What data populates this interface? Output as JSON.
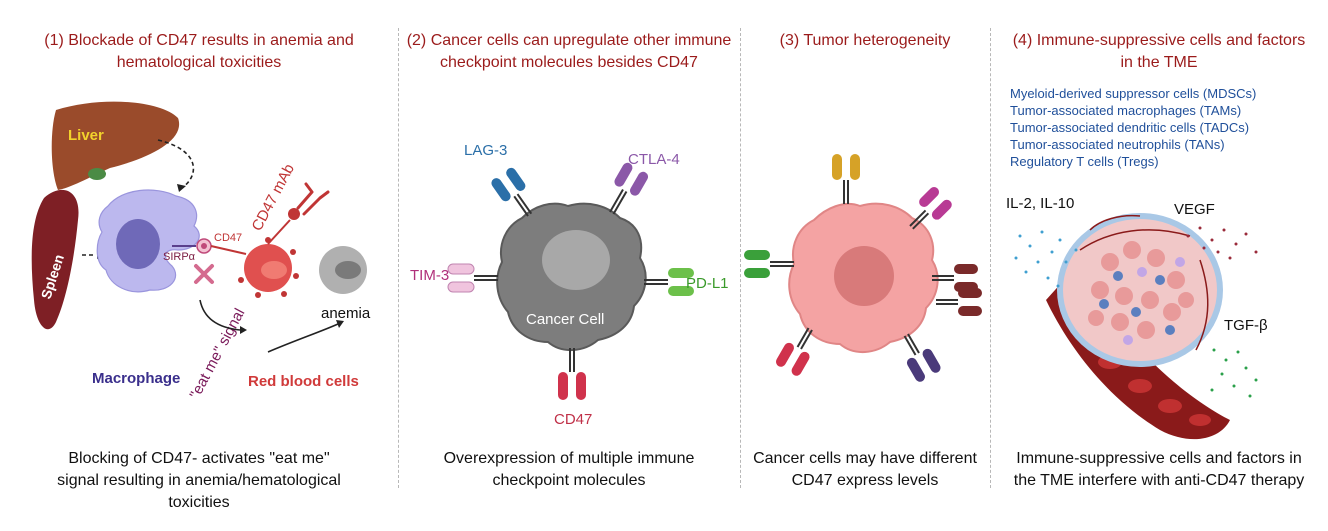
{
  "panel1": {
    "title": "(1) Blockade of CD47 results in anemia and hematological toxicities",
    "labels": {
      "liver": "Liver",
      "spleen": "Spleen",
      "cd47": "CD47",
      "sirpa": "SIRPα",
      "mab": "CD47 mAb",
      "eat_me": "\"eat me\" signal",
      "macrophage": "Macrophage",
      "rbc": "Red blood cells",
      "anemia": "anemia"
    },
    "caption": "Blocking of CD47- activates \"eat me\" signal resulting in anemia/hematological toxicities"
  },
  "panel2": {
    "title": "(2) Cancer cells can upregulate other immune checkpoint molecules besides CD47",
    "labels": {
      "lag3": "LAG-3",
      "ctla4": "CTLA-4",
      "tim3": "TIM-3",
      "pdl1": "PD-L1",
      "cd47": "CD47",
      "cell": "Cancer Cell"
    },
    "caption": "Overexpression of multiple immune checkpoint molecules"
  },
  "panel3": {
    "title": "(3) Tumor heterogeneity",
    "caption": "Cancer cells may have different CD47 express levels"
  },
  "panel4": {
    "title": "(4) Immune-suppressive cells and factors in the TME",
    "cells": [
      "Myeloid-derived suppressor cells (MDSCs)",
      "Tumor-associated macrophages (TAMs)",
      "Tumor-associated dendritic cells (TADCs)",
      "Tumor-associated neutrophils (TANs)",
      "Regulatory T cells (Tregs)"
    ],
    "labels": {
      "il": "IL-2, IL-10",
      "vegf": "VEGF",
      "tgfb": "TGF-β"
    },
    "caption": "Immune-suppressive cells and factors in the TME interfere with anti-CD47 therapy"
  },
  "colors": {
    "title": "#9b1b1b",
    "rbc": "#e0504f",
    "macrophage": "#b9b6ec",
    "cancer_cell": "#7d7d7d",
    "tumor_pink": "#f4a3a3",
    "tme_list": "#1f4f9a"
  }
}
